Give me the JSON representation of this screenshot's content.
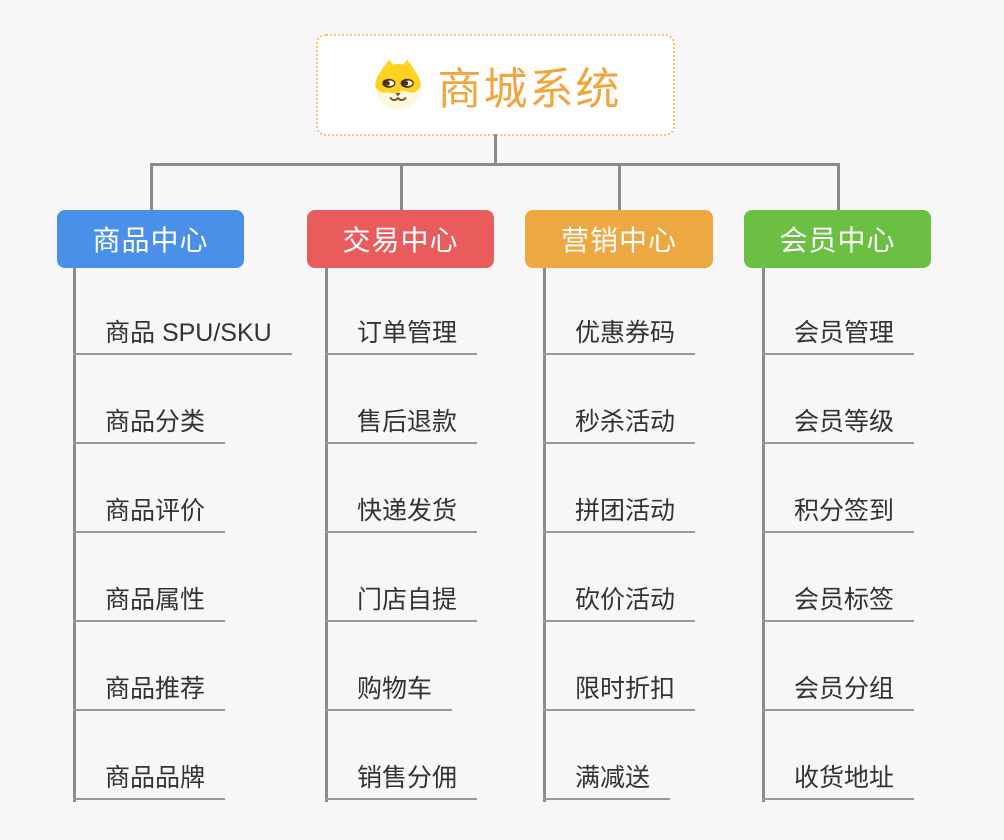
{
  "canvas": {
    "background": "#f7f7f7",
    "connector_color": "#8b8b8b",
    "underline_color": "#999999"
  },
  "root": {
    "label": "商城系统",
    "text_color": "#f0a63c",
    "border_color": "#f5c36b",
    "icon": "dog-face-icon"
  },
  "branches": [
    {
      "label": "商品中心",
      "color": "#4a90e8",
      "children": [
        "商品 SPU/SKU",
        "商品分类",
        "商品评价",
        "商品属性",
        "商品推荐",
        "商品品牌"
      ]
    },
    {
      "label": "交易中心",
      "color": "#e85c5c",
      "children": [
        "订单管理",
        "售后退款",
        "快递发货",
        "门店自提",
        "购物车",
        "销售分佣"
      ]
    },
    {
      "label": "营销中心",
      "color": "#eda841",
      "children": [
        "优惠券码",
        "秒杀活动",
        "拼团活动",
        "砍价活动",
        "限时折扣",
        "满减送"
      ]
    },
    {
      "label": "会员中心",
      "color": "#6bc044",
      "children": [
        "会员管理",
        "会员等级",
        "积分签到",
        "会员标签",
        "会员分组",
        "收货地址"
      ]
    }
  ]
}
